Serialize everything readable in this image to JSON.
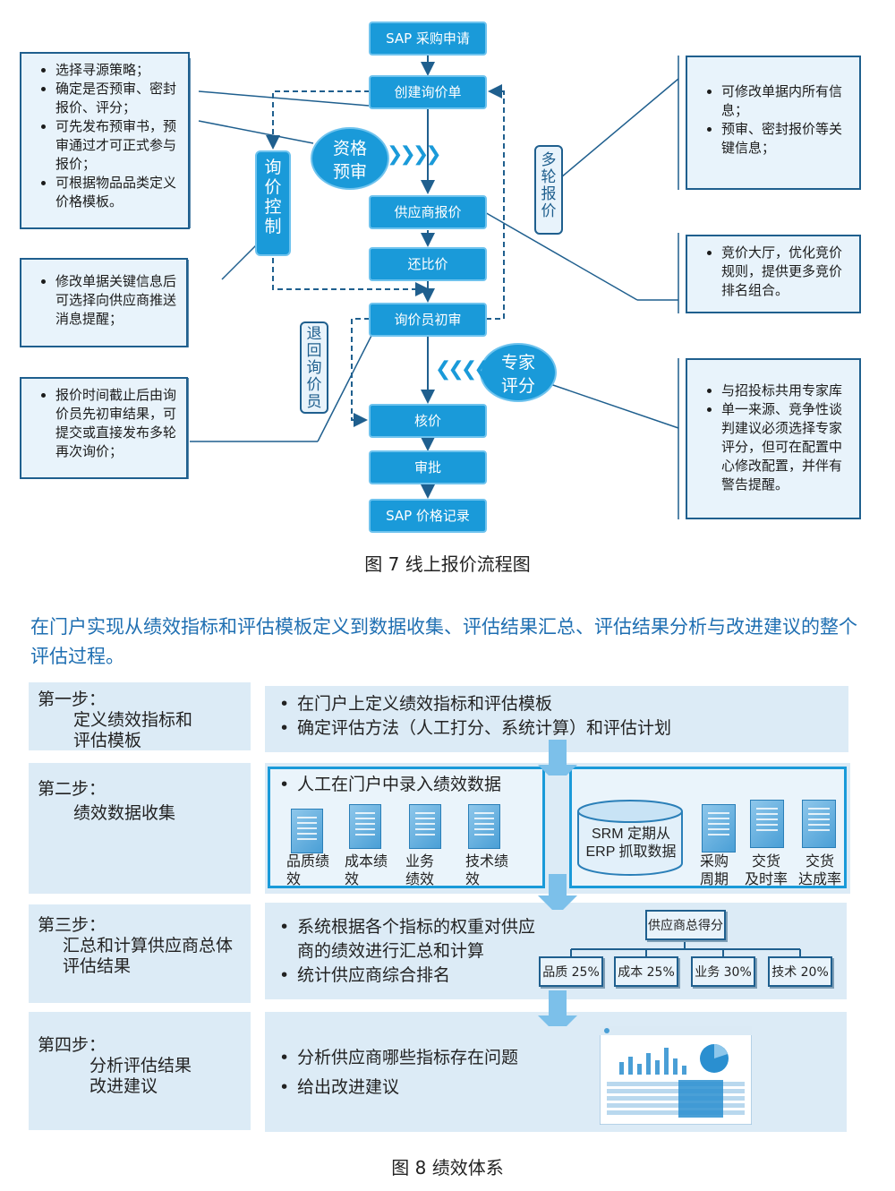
{
  "figure7": {
    "caption": "图 7 线上报价流程图",
    "flow": [
      "SAP 采购申请",
      "创建询价单",
      "供应商报价",
      "还比价",
      "询价员初审",
      "核价",
      "审批",
      "SAP 价格记录"
    ],
    "qualification": [
      "资格",
      "预审"
    ],
    "expert": [
      "专家",
      "评分"
    ],
    "inquiry_control": [
      "询",
      "价",
      "控",
      "制"
    ],
    "multi_round": [
      "多",
      "轮",
      "报",
      "价"
    ],
    "return_inquirer": [
      "退",
      "回",
      "询",
      "价",
      "员"
    ],
    "notes": {
      "left1": [
        "选择寻源策略；",
        "确定是否预审、密封报价、评分；",
        "可先发布预审书，预审通过才可正式参与报价；",
        "可根据物品品类定义价格模板。"
      ],
      "left2": [
        "修改单据关键信息后可选择向供应商推送消息提醒；"
      ],
      "left3": [
        "报价时间截止后由询价员先初审结果，可提交或直接发布多轮再次询价；"
      ],
      "right1": [
        "可修改单据内所有信息；",
        "预审、密封报价等关键信息；"
      ],
      "right2": [
        "竞价大厅，优化竞价规则，提供更多竞价排名组合。"
      ],
      "right3": [
        "与招投标共用专家库",
        "单一来源、竞争性谈判建议必须选择专家评分，但可在配置中心修改配置，并伴有警告提醒。"
      ]
    }
  },
  "intro": "在门户实现从绩效指标和评估模板定义到数据收集、评估结果汇总、评估结果分析与改进建议的整个评估过程。",
  "figure8": {
    "caption": "图 8  绩效体系",
    "steps": [
      {
        "num": "第一步：",
        "lines": [
          "定义绩效指标和",
          "评估模板"
        ],
        "bullets": [
          "在门户上定义绩效指标和评估模板",
          "确定评估方法（人工打分、系统计算）和评估计划"
        ]
      },
      {
        "num": "第二步：",
        "lines": [
          "绩效数据收集"
        ],
        "bullets": [
          "人工在门户中录入绩效数据"
        ]
      },
      {
        "num": "第三步：",
        "lines": [
          "汇总和计算供应商总体",
          "评估结果"
        ],
        "bullets": [
          "系统根据各个指标的权重对供应商的绩效进行汇总和计算",
          "统计供应商综合排名"
        ]
      },
      {
        "num": "第四步：",
        "lines": [
          "分析评估结果",
          "改进建议"
        ],
        "bullets": [
          "分析供应商哪些指标存在问题",
          "给出改进建议"
        ]
      }
    ],
    "manual_docs": [
      [
        "品质绩",
        "效"
      ],
      [
        "成本绩",
        "效"
      ],
      [
        "业务",
        "绩效"
      ],
      [
        "技术绩",
        "效"
      ]
    ],
    "srm_db": [
      "SRM 定期从",
      "ERP 抓取数据"
    ],
    "auto_docs": [
      [
        "采购",
        "周期"
      ],
      [
        "交货",
        "及时率"
      ],
      [
        "交货",
        "达成率"
      ]
    ],
    "score_root": "供应商总得分",
    "score_items": [
      "品质 25%",
      "成本 25%",
      "业务 30%",
      "技术 20%"
    ]
  }
}
